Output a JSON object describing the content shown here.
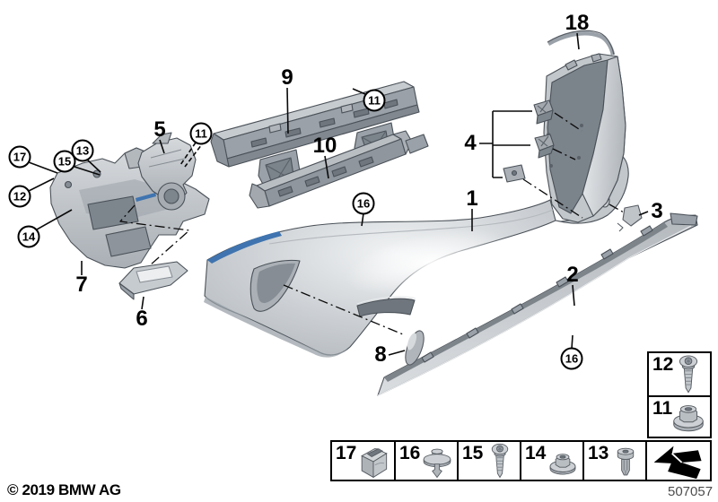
{
  "footer": {
    "copyright": "© 2019 BMW AG",
    "diagram_number": "507057"
  },
  "colors": {
    "accent_blue": "#3f74b0",
    "part_light": "#c6cbcf",
    "part_mid": "#9aa1a8",
    "part_dark": "#7b838b",
    "outline": "#4a5158",
    "label": "#000000",
    "diagram_number_gray": "#4d4d4d"
  },
  "callouts": {
    "1": "1",
    "2": "2",
    "3": "3",
    "4": "4",
    "5": "5",
    "6": "6",
    "7": "7",
    "8": "8",
    "9": "9",
    "10": "10",
    "11": "11",
    "12": "12",
    "13": "13",
    "14": "14",
    "15": "15",
    "16": "16",
    "17": "17",
    "18": "18"
  },
  "legend": {
    "right_column": [
      {
        "number": "12",
        "icon": "torx-screw-icon"
      },
      {
        "number": "11",
        "icon": "flange-nut-icon"
      }
    ],
    "bottom_row": [
      {
        "number": "17",
        "icon": "cage-nut-icon"
      },
      {
        "number": "16",
        "icon": "push-rivet-icon"
      },
      {
        "number": "15",
        "icon": "torx-screw-icon"
      },
      {
        "number": "14",
        "icon": "flange-nut-icon"
      },
      {
        "number": "13",
        "icon": "expansion-rivet-icon"
      },
      {
        "number": "",
        "icon": "reference-arrow-icon"
      }
    ]
  }
}
